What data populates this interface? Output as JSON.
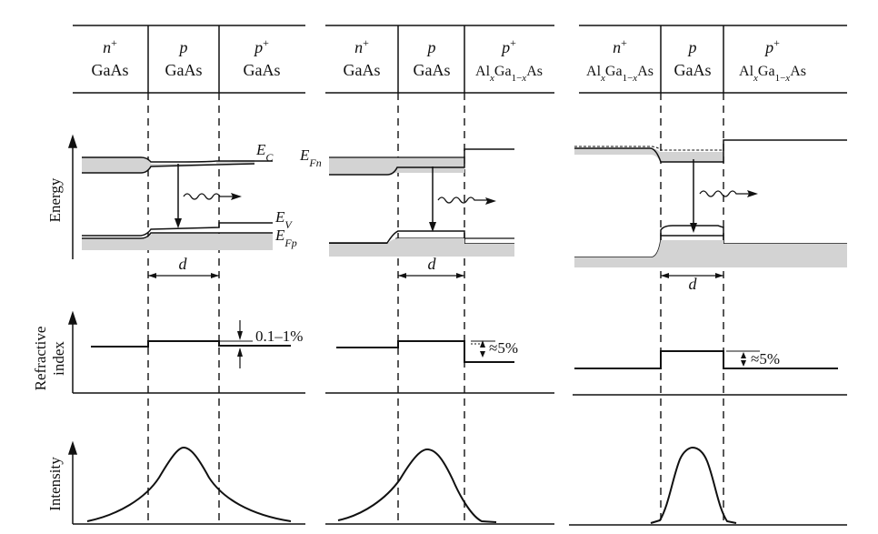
{
  "panels": [
    {
      "layers": [
        {
          "sup": "+",
          "sym": "n",
          "mat": "GaAs"
        },
        {
          "sup": "",
          "sym": "p",
          "mat": "GaAs"
        },
        {
          "sup": "+",
          "sym": "p",
          "mat": "GaAs"
        }
      ],
      "width_label": "d",
      "index_step": "0.1–1%"
    },
    {
      "layers": [
        {
          "sup": "+",
          "sym": "n",
          "mat": "GaAs"
        },
        {
          "sup": "",
          "sym": "p",
          "mat": "GaAs"
        },
        {
          "sup": "+",
          "sym": "p",
          "mat_html": "Al<tspan font-style='italic' baseline-shift='sub' font-size='11'>x</tspan>Ga<tspan baseline-shift='sub' font-size='11'>1−<tspan font-style='italic'>x</tspan></tspan>As"
        }
      ],
      "width_label": "d",
      "index_step": "≈5%"
    },
    {
      "layers": [
        {
          "sup": "+",
          "sym": "n",
          "mat_html": "Al<tspan font-style='italic' baseline-shift='sub' font-size='11'>x</tspan>Ga<tspan baseline-shift='sub' font-size='11'>1−<tspan font-style='italic'>x</tspan></tspan>As"
        },
        {
          "sup": "",
          "sym": "p",
          "mat": "GaAs"
        },
        {
          "sup": "+",
          "sym": "p",
          "mat_html": "Al<tspan font-style='italic' baseline-shift='sub' font-size='11'>x</tspan>Ga<tspan baseline-shift='sub' font-size='11'>1−<tspan font-style='italic'>x</tspan></tspan>As"
        }
      ],
      "width_label": "d",
      "index_step": "≈5%"
    }
  ],
  "axes": {
    "energy": "Energy",
    "refractive_1": "Refractive",
    "refractive_2": "index",
    "intensity": "Intensity"
  },
  "levels": {
    "ec": "E",
    "ec_sub": "C",
    "ev": "E",
    "ev_sub": "V",
    "efp": "E",
    "efp_sub": "Fp",
    "efn": "E",
    "efn_sub": "Fn"
  }
}
